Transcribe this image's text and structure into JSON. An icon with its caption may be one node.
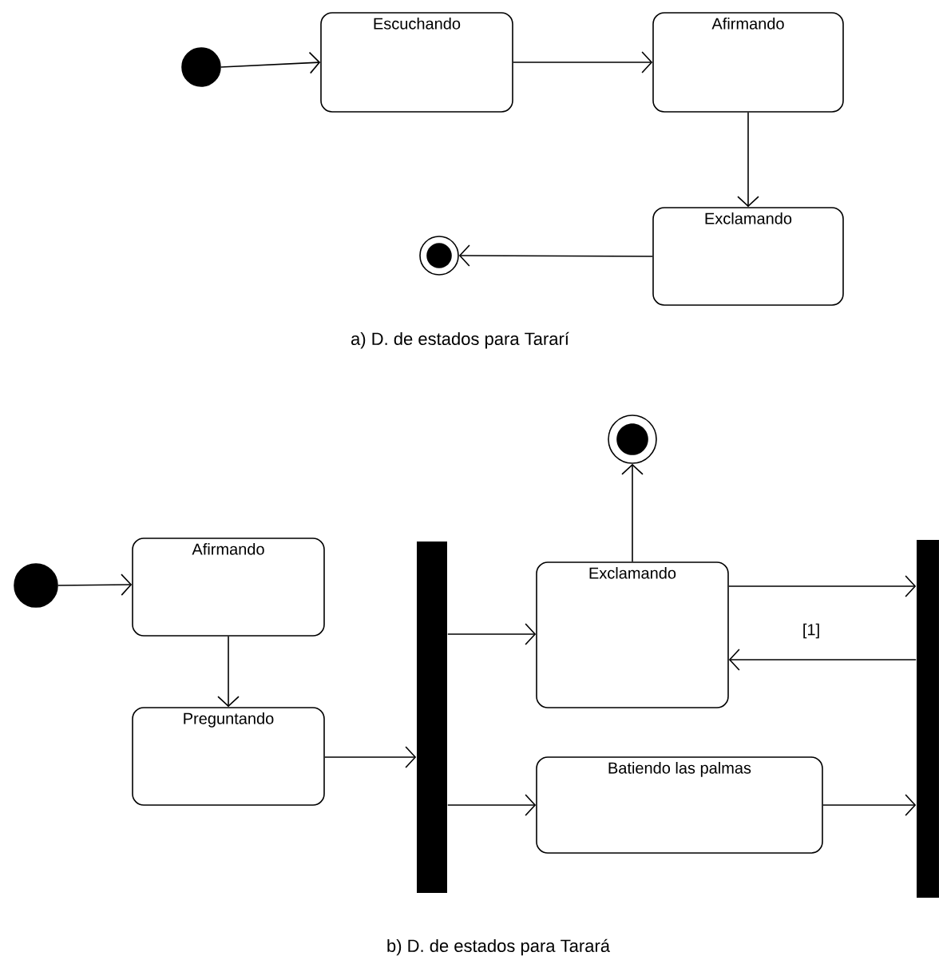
{
  "diagram": {
    "nodes": [
      {
        "text": [],
        "shape": "circle"
      },
      {
        "text": [
          "Escuchando"
        ]
      },
      {
        "text": [
          "Afirmando"
        ]
      },
      {
        "text": [
          "Exclamando"
        ]
      },
      {
        "text": [],
        "shape": "bullseye"
      },
      {
        "text": [],
        "shape": "circle"
      },
      {
        "text": [
          "Afirmando"
        ]
      },
      {
        "text": [
          "Preguntando"
        ]
      },
      {
        "text": [],
        "shape": "bar"
      },
      {
        "text": [],
        "shape": "bullseye"
      },
      {
        "text": [
          "Exclamando"
        ]
      },
      {
        "text": [
          "Batiendo las palmas"
        ]
      },
      {
        "text": [],
        "shape": "bar"
      }
    ],
    "edges": [
      {
        "from": 0,
        "to": 1,
        "arrow": "to"
      },
      {
        "from": 1,
        "to": 2,
        "arrow": "to"
      },
      {
        "from": 2,
        "to": 3,
        "arrow": "to"
      },
      {
        "from": 3,
        "to": 4,
        "arrow": "to"
      },
      {
        "from": 5,
        "to": 6,
        "arrow": "to"
      },
      {
        "from": 6,
        "to": 7,
        "arrow": "to"
      },
      {
        "from": 7,
        "to": 8,
        "arrow": "to"
      },
      {
        "from": 8,
        "to": 10,
        "arrow": "to"
      },
      {
        "from": 8,
        "to": 11,
        "arrow": "to"
      },
      {
        "from": 10,
        "to": 9,
        "arrow": "to"
      },
      {
        "from": 10,
        "to": 12,
        "arrow": "to"
      },
      {
        "from": 12,
        "to": 10,
        "arrow": "to",
        "label": "[1]"
      },
      {
        "from": 11,
        "to": 12,
        "arrow": "to"
      }
    ],
    "labels": [
      "a) D. de estados para Tararí",
      "b) D. de estados para Tarará"
    ]
  }
}
